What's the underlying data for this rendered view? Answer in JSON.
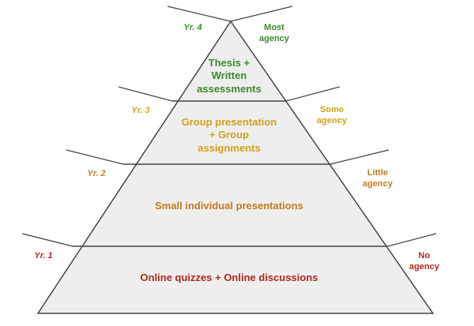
{
  "tiers": [
    {
      "year": "Yr. 4",
      "lines": [
        "Thesis +",
        "Written",
        "assessments"
      ],
      "agency": [
        "Most",
        "agency"
      ],
      "color": "#3a8a2a"
    },
    {
      "year": "Yr. 3",
      "lines": [
        "Group presentation",
        "+ Group",
        "assignments"
      ],
      "agency": [
        "Some",
        "agency"
      ],
      "color": "#d1a21b"
    },
    {
      "year": "Yr. 2",
      "lines": [
        "Small individual presentations"
      ],
      "agency": [
        "Little",
        "agency"
      ],
      "color": "#c57a1e"
    },
    {
      "year": "Yr. 1",
      "lines": [
        "Online quizzes + Online discussions"
      ],
      "agency": [
        "No",
        "agency"
      ],
      "color": "#b0281e"
    }
  ],
  "colors": {
    "fill": "#eeeeee",
    "stroke": "#444444"
  }
}
